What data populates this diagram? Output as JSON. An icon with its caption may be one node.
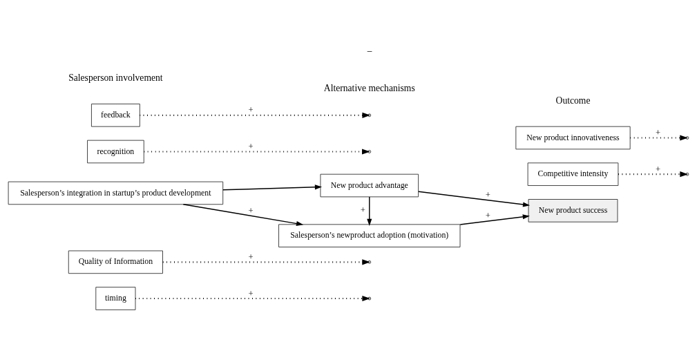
{
  "diagram": {
    "nodes": [
      {
        "text": [
          "timing"
        ]
      },
      {
        "text": [
          "Quality of Information"
        ]
      },
      {
        "text": [
          "Salesperson’s integration in startup’s product development"
        ]
      },
      {
        "text": [
          "recognition"
        ]
      },
      {
        "text": [
          "feedback"
        ]
      },
      {
        "text": [
          "New product advantage"
        ]
      },
      {
        "text": [
          "Salesperson’s newproduct adoption (motivation)"
        ]
      },
      {
        "text": [
          "New product success"
        ]
      },
      {
        "text": [
          "Competitive intensity"
        ]
      },
      {
        "text": [
          "New product innovativeness"
        ]
      }
    ],
    "edges": [
      {
        "from": 2,
        "to": 5,
        "arrow": "to"
      },
      {
        "from": 2,
        "to": 6,
        "arrow": "to",
        "label": "+"
      },
      {
        "from": 0,
        "to": null,
        "arrow": "to",
        "style": "dashed",
        "label": "+"
      },
      {
        "from": 1,
        "to": null,
        "arrow": "to",
        "style": "dashed",
        "label": "+"
      },
      {
        "from": 3,
        "to": null,
        "arrow": "to",
        "style": "dashed",
        "label": "+"
      },
      {
        "from": 4,
        "to": null,
        "arrow": "to",
        "style": "dashed",
        "label": "+"
      },
      {
        "from": 5,
        "to": 6,
        "arrow": "to",
        "label": "+"
      },
      {
        "from": 5,
        "to": 7,
        "arrow": "to",
        "label": "+"
      },
      {
        "from": 6,
        "to": 7,
        "arrow": "to",
        "label": "+"
      },
      {
        "from": 8,
        "to": null,
        "arrow": "to",
        "style": "dashed",
        "label": "+"
      },
      {
        "from": 9,
        "to": null,
        "arrow": "to",
        "style": "dashed",
        "label": "+"
      }
    ],
    "labels": [
      "Salesperson involvement",
      "Alternative mechanisms",
      "Outcome",
      "−"
    ]
  }
}
